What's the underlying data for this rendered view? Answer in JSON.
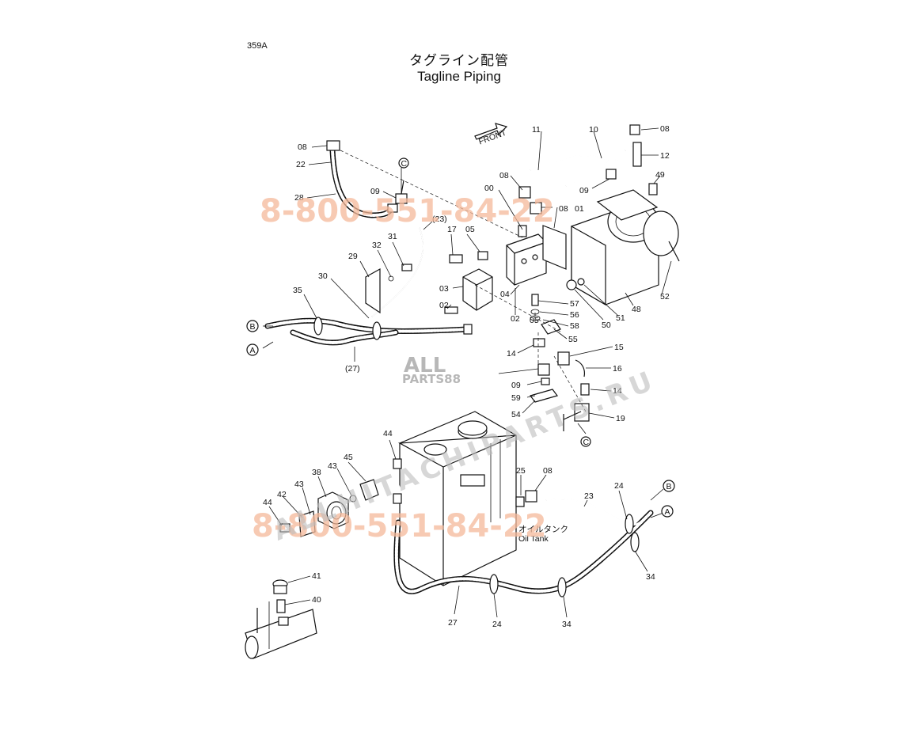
{
  "page_code": "359A",
  "title_jp": "タグライン配管",
  "title_en": "Tagline Piping",
  "front_label": "FRONT",
  "oil_tank_jp": "オイルタンク",
  "oil_tank_en": "Oil Tank",
  "watermark_phone": "8-800-551-84-22",
  "watermark_brand": "ALLHITACHIPARTS.RU",
  "watermark_logo": "ALL",
  "watermark_logo_sub": "PARTS88",
  "callouts": {
    "c08a": "08",
    "c22": "22",
    "c28": "28",
    "cC1": "C",
    "c09a": "09",
    "c23p": "(23)",
    "c31": "31",
    "c32": "32",
    "c29": "29",
    "c30": "30",
    "c35": "35",
    "cB1": "B",
    "cA1": "A",
    "c27p": "(27)",
    "c17": "17",
    "c05a": "05",
    "c03": "03",
    "c02a": "02",
    "c00": "00",
    "c11": "11",
    "c10": "10",
    "c08b": "08",
    "c08c": "08",
    "c09b": "09",
    "c08d": "08",
    "c12": "12",
    "c49": "49",
    "c01": "01",
    "c48": "48",
    "c52": "52",
    "c50": "50",
    "c51": "51",
    "c04": "04",
    "c02b": "02",
    "c05b": "05",
    "c57": "57",
    "c56": "56",
    "c58": "58",
    "c55": "55",
    "c14a": "14",
    "c15": "15",
    "c16": "16",
    "c09c": "09",
    "c59": "59",
    "c14b": "14",
    "c54": "54",
    "c19": "19",
    "cC2": "C",
    "c44a": "44",
    "c45": "45",
    "c43a": "43",
    "c38": "38",
    "c43b": "43",
    "c42": "42",
    "c44b": "44",
    "c41": "41",
    "c40": "40",
    "c25": "25",
    "c08e": "08",
    "c23": "23",
    "c24a": "24",
    "cB2": "B",
    "cA2": "A",
    "c34a": "34",
    "c27": "27",
    "c24b": "24",
    "c34b": "34"
  }
}
